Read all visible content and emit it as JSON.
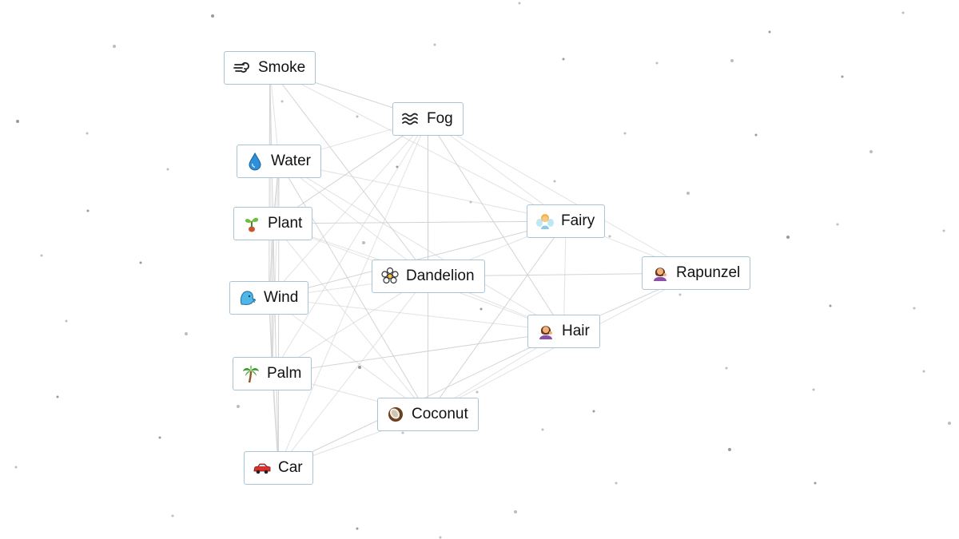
{
  "elements": [
    {
      "id": "smoke",
      "label": "Smoke",
      "icon": "smoke-icon"
    },
    {
      "id": "fog",
      "label": "Fog",
      "icon": "fog-icon"
    },
    {
      "id": "water",
      "label": "Water",
      "icon": "water-drop-icon"
    },
    {
      "id": "plant",
      "label": "Plant",
      "icon": "seedling-icon"
    },
    {
      "id": "fairy",
      "label": "Fairy",
      "icon": "fairy-icon"
    },
    {
      "id": "rapunzel",
      "label": "Rapunzel",
      "icon": "woman-tipping-hand-icon"
    },
    {
      "id": "dandelion",
      "label": "Dandelion",
      "icon": "white-flower-icon"
    },
    {
      "id": "wind",
      "label": "Wind",
      "icon": "wind-face-icon"
    },
    {
      "id": "hair",
      "label": "Hair",
      "icon": "woman-tipping-hand-icon"
    },
    {
      "id": "palm",
      "label": "Palm",
      "icon": "palm-tree-icon"
    },
    {
      "id": "coconut",
      "label": "Coconut",
      "icon": "coconut-icon"
    },
    {
      "id": "car",
      "label": "Car",
      "icon": "car-icon"
    }
  ],
  "colors": {
    "border": "#a9c4d4",
    "line": "#cfcfcf",
    "dot": "#bdbdbd"
  }
}
